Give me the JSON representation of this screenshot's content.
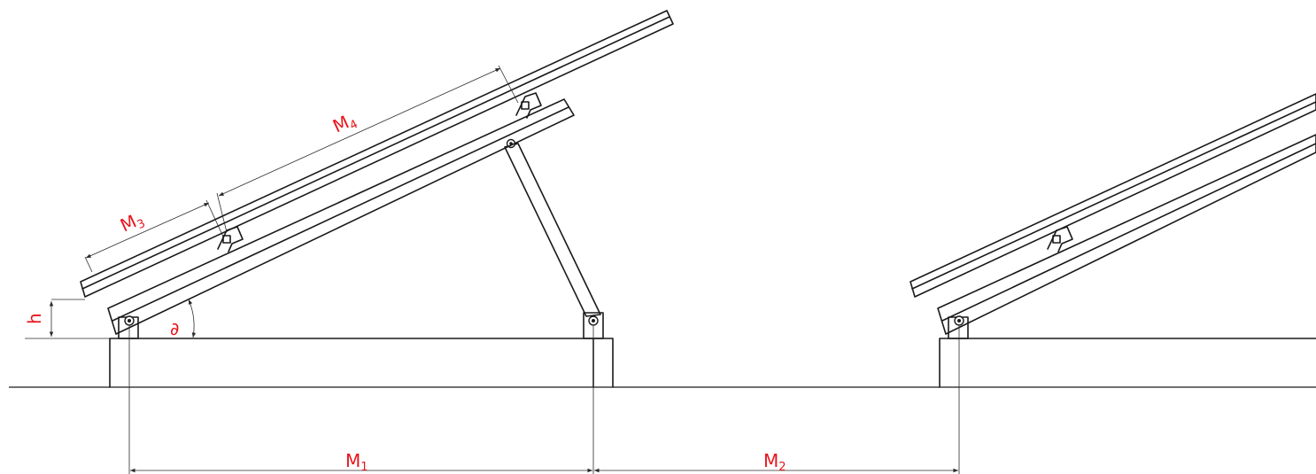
{
  "style": {
    "label_color": "#e8141c",
    "line_color": "#1a1a1a"
  },
  "labels": {
    "m1": {
      "main": "M",
      "sub": "1"
    },
    "m2": {
      "main": "M",
      "sub": "2"
    },
    "m3": {
      "main": "M",
      "sub": "3"
    },
    "m4": {
      "main": "M",
      "sub": "4"
    },
    "h": "h",
    "angle": "∂"
  }
}
